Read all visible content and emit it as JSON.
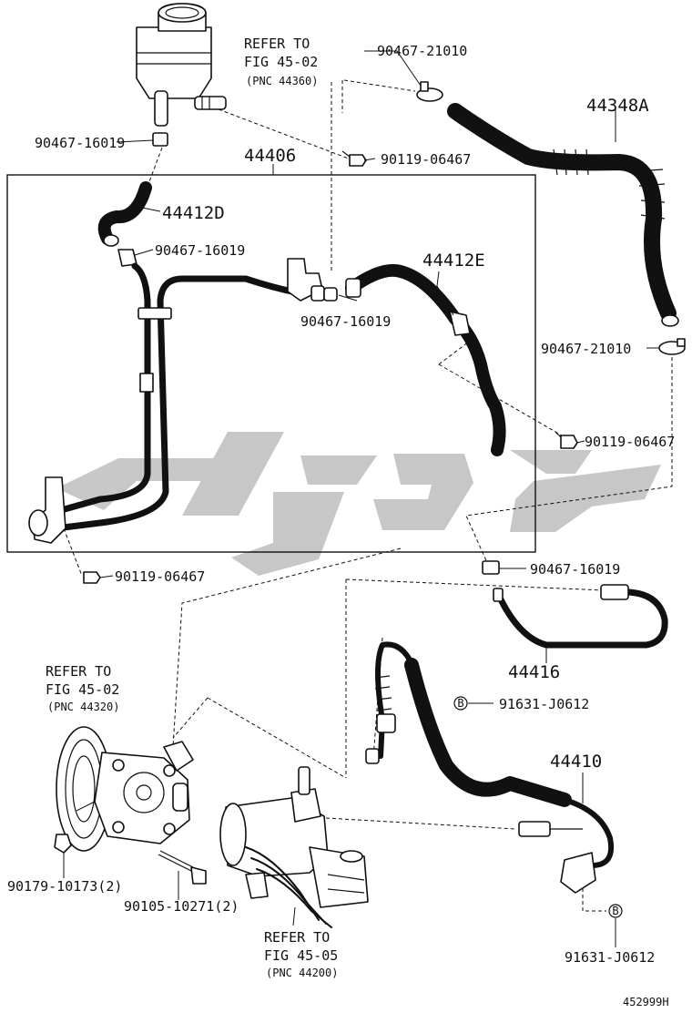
{
  "labels": {
    "refer_reservoir": [
      "REFER TO",
      "FIG 45-02",
      "(PNC 44360)"
    ],
    "refer_pump": [
      "REFER TO",
      "FIG 45-02",
      "(PNC 44320)"
    ],
    "refer_gear": [
      "REFER TO",
      "FIG 45-05",
      "(PNC 44200)"
    ],
    "p_90467_21010_top": "90467-21010",
    "p_44348A": "44348A",
    "p_90467_16019_a": "90467-16019",
    "p_90119_06467_a": "90119-06467",
    "p_44406": "44406",
    "p_44412D": "44412D",
    "p_90467_16019_b": "90467-16019",
    "p_44412E": "44412E",
    "p_90467_16019_c": "90467-16019",
    "p_90467_21010_right": "90467-21010",
    "p_90119_06467_b": "90119-06467",
    "p_90119_06467_c": "90119-06467",
    "p_90467_16019_d": "90467-16019",
    "p_44416": "44416",
    "p_91631_J0612_a": "91631-J0612",
    "p_44410": "44410",
    "p_90179_10173": "90179-10173(2)",
    "p_90105_10271": "90105-10271(2)",
    "p_91631_J0612_b": "91631-J0612",
    "marker_b": "B",
    "drawing_code": "452999H"
  },
  "colors": {
    "line": "#111111",
    "watermark": "#9a9a9a"
  }
}
